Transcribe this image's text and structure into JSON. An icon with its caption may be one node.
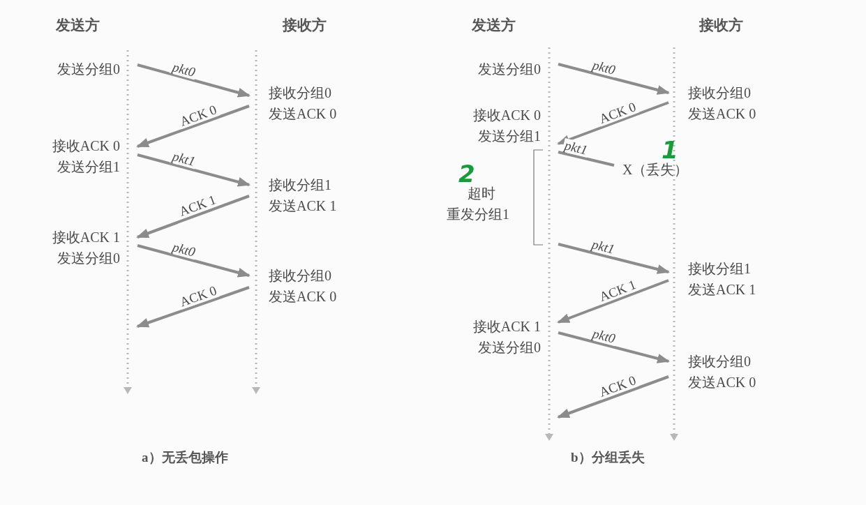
{
  "diagram": {
    "nodes": [
      {
        "text": [
          "发送分组0"
        ]
      },
      {
        "text": [
          "接收分组0",
          "发送ACK 0"
        ]
      },
      {
        "text": [
          "接收ACK 0",
          "发送分组1"
        ]
      },
      {
        "text": [
          "接收分组1",
          "发送ACK 1"
        ]
      },
      {
        "text": [
          "接收ACK 1",
          "发送分组0"
        ]
      },
      {
        "text": [
          "接收分组0",
          "发送ACK 0"
        ]
      },
      {
        "text": [
          "发送分组0"
        ]
      },
      {
        "text": [
          "接收分组0",
          "发送ACK 0"
        ]
      },
      {
        "text": [
          "接收ACK 0",
          "发送分组1"
        ]
      },
      {
        "text": [
          "X（丢失）"
        ]
      },
      {
        "text": [
          "超时",
          "重发分组1"
        ]
      },
      {
        "text": [
          "接收分组1",
          "发送ACK 1"
        ]
      },
      {
        "text": [
          "接收ACK 1",
          "发送分组0"
        ]
      },
      {
        "text": [
          "接收分组0",
          "发送ACK 0"
        ]
      }
    ],
    "edges": [
      {
        "from": 0,
        "to": 1,
        "arrow": "to",
        "label": "pkt0"
      },
      {
        "from": 1,
        "to": 2,
        "arrow": "to",
        "label": "ACK 0"
      },
      {
        "from": 2,
        "to": 3,
        "arrow": "to",
        "label": "pkt1"
      },
      {
        "from": 3,
        "to": 4,
        "arrow": "to",
        "label": "ACK 1"
      },
      {
        "from": 4,
        "to": 5,
        "arrow": "to",
        "label": "pkt0"
      },
      {
        "from": 5,
        "to": null,
        "arrow": "to",
        "label": "ACK 0"
      },
      {
        "from": 6,
        "to": 7,
        "arrow": "to",
        "label": "pkt0"
      },
      {
        "from": 7,
        "to": 8,
        "arrow": "to",
        "label": "ACK 0"
      },
      {
        "from": 8,
        "to": 9,
        "arrow": "none",
        "label": "pkt1"
      },
      {
        "from": null,
        "to": 11,
        "arrow": "to",
        "label": "pkt1"
      },
      {
        "from": 11,
        "to": 12,
        "arrow": "to",
        "label": "ACK 1"
      },
      {
        "from": 12,
        "to": 13,
        "arrow": "to",
        "label": "pkt0"
      },
      {
        "from": 13,
        "to": null,
        "arrow": "to",
        "label": "ACK 0"
      }
    ],
    "labels": [
      "发送方",
      "接收方",
      "发送方",
      "接收方",
      "a）无丢包操作",
      "b）分组丢失",
      "1",
      "2"
    ]
  }
}
